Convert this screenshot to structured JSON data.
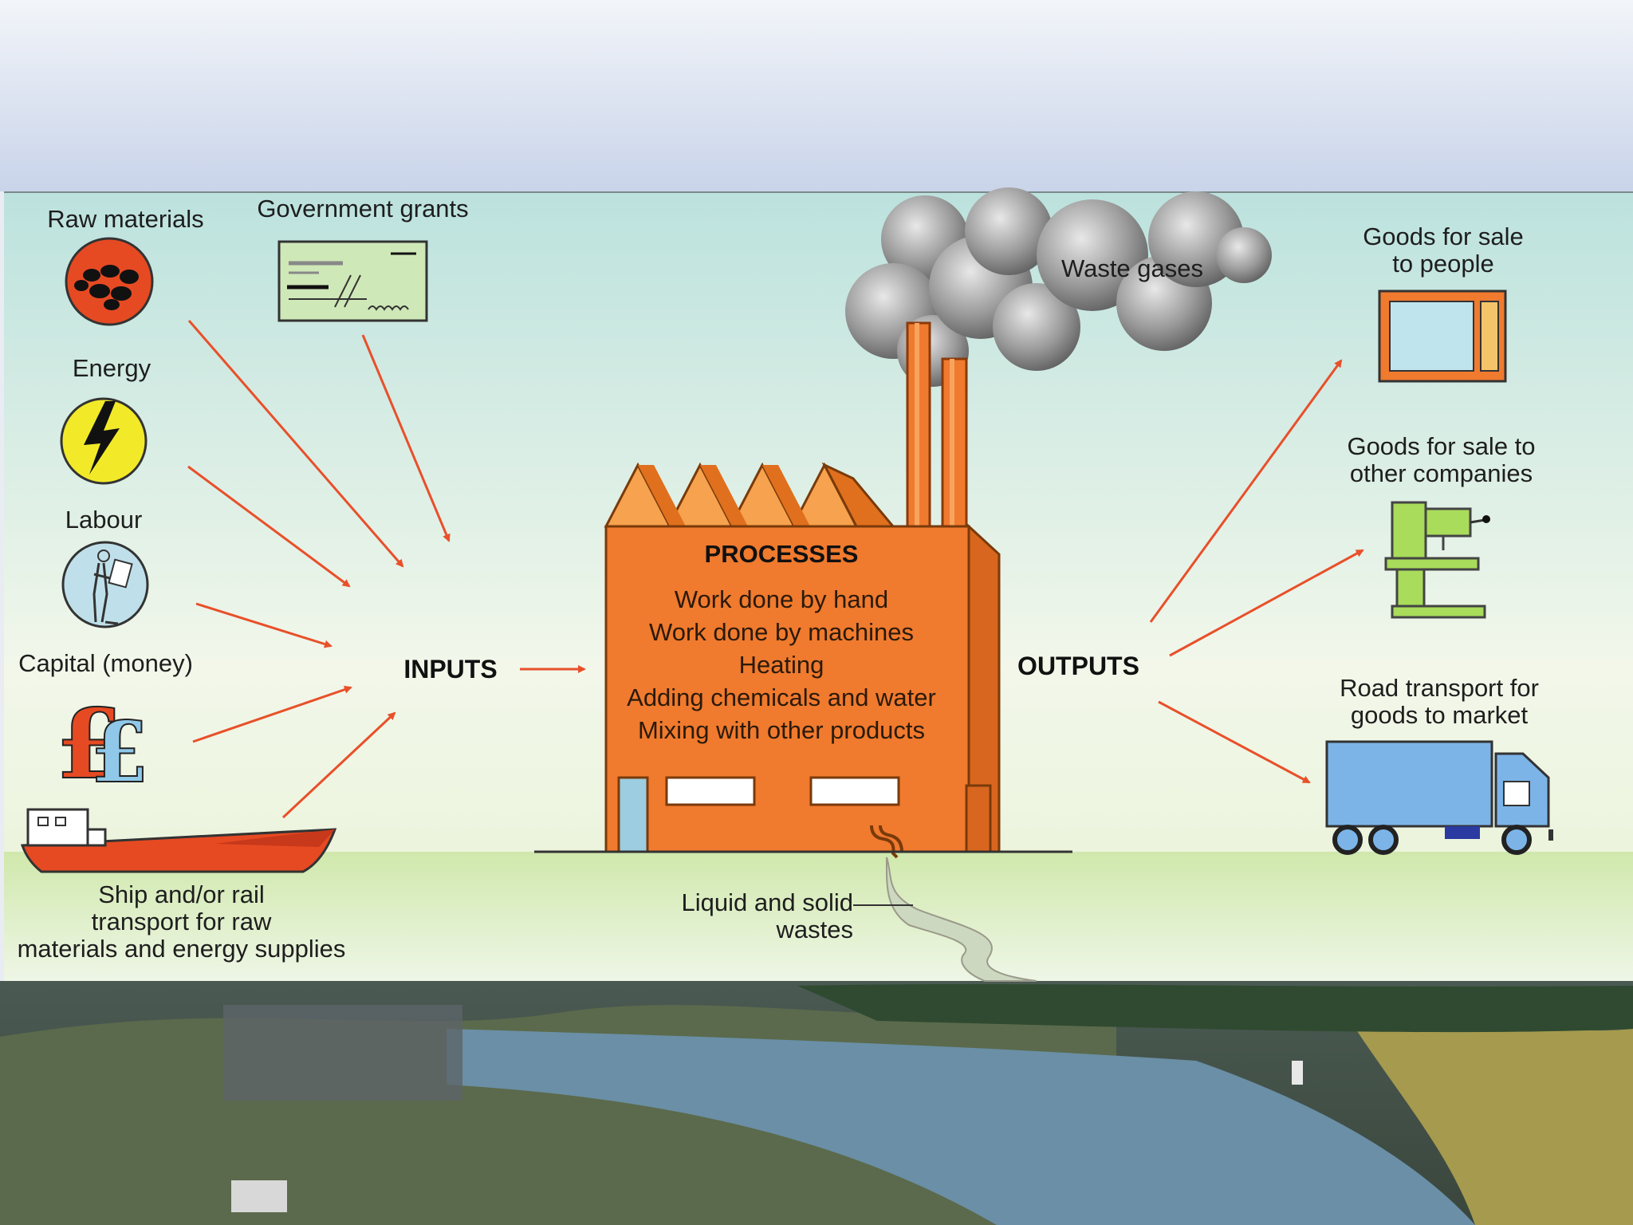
{
  "inputs": {
    "heading": "INPUTS",
    "items": [
      {
        "label": "Raw materials",
        "icon": "raw-materials-icon"
      },
      {
        "label": "Government grants",
        "icon": "cheque-icon"
      },
      {
        "label": "Energy",
        "icon": "lightning-bolt-icon"
      },
      {
        "label": "Labour",
        "icon": "worker-icon"
      },
      {
        "label": "Capital (money)",
        "icon": "pound-sign-icon"
      },
      {
        "label": [
          "Ship and/or rail",
          "transport for raw",
          "materials and energy supplies"
        ],
        "icon": "ship-icon"
      }
    ]
  },
  "processes": {
    "heading": "PROCESSES",
    "steps": [
      "Work done by hand",
      "Work done by machines",
      "Heating",
      "Adding chemicals and water",
      "Mixing with other products"
    ]
  },
  "outputs": {
    "heading": "OUTPUTS",
    "items": [
      {
        "label": [
          "Goods for sale",
          "to people"
        ],
        "icon": "television-icon"
      },
      {
        "label": [
          "Goods for sale to",
          "other companies"
        ],
        "icon": "machine-tool-icon"
      },
      {
        "label": [
          "Road transport for",
          "goods to market"
        ],
        "icon": "lorry-icon"
      }
    ]
  },
  "wastes": {
    "gases": "Waste gases",
    "liquid_solid": [
      "Liquid and solid",
      "wastes"
    ]
  },
  "colors": {
    "arrow": "#e8502a",
    "factory": "#f07a2e",
    "factory_dark": "#c85a18",
    "sky_top": "#bfe3df",
    "ground": "#d3e9b2"
  }
}
